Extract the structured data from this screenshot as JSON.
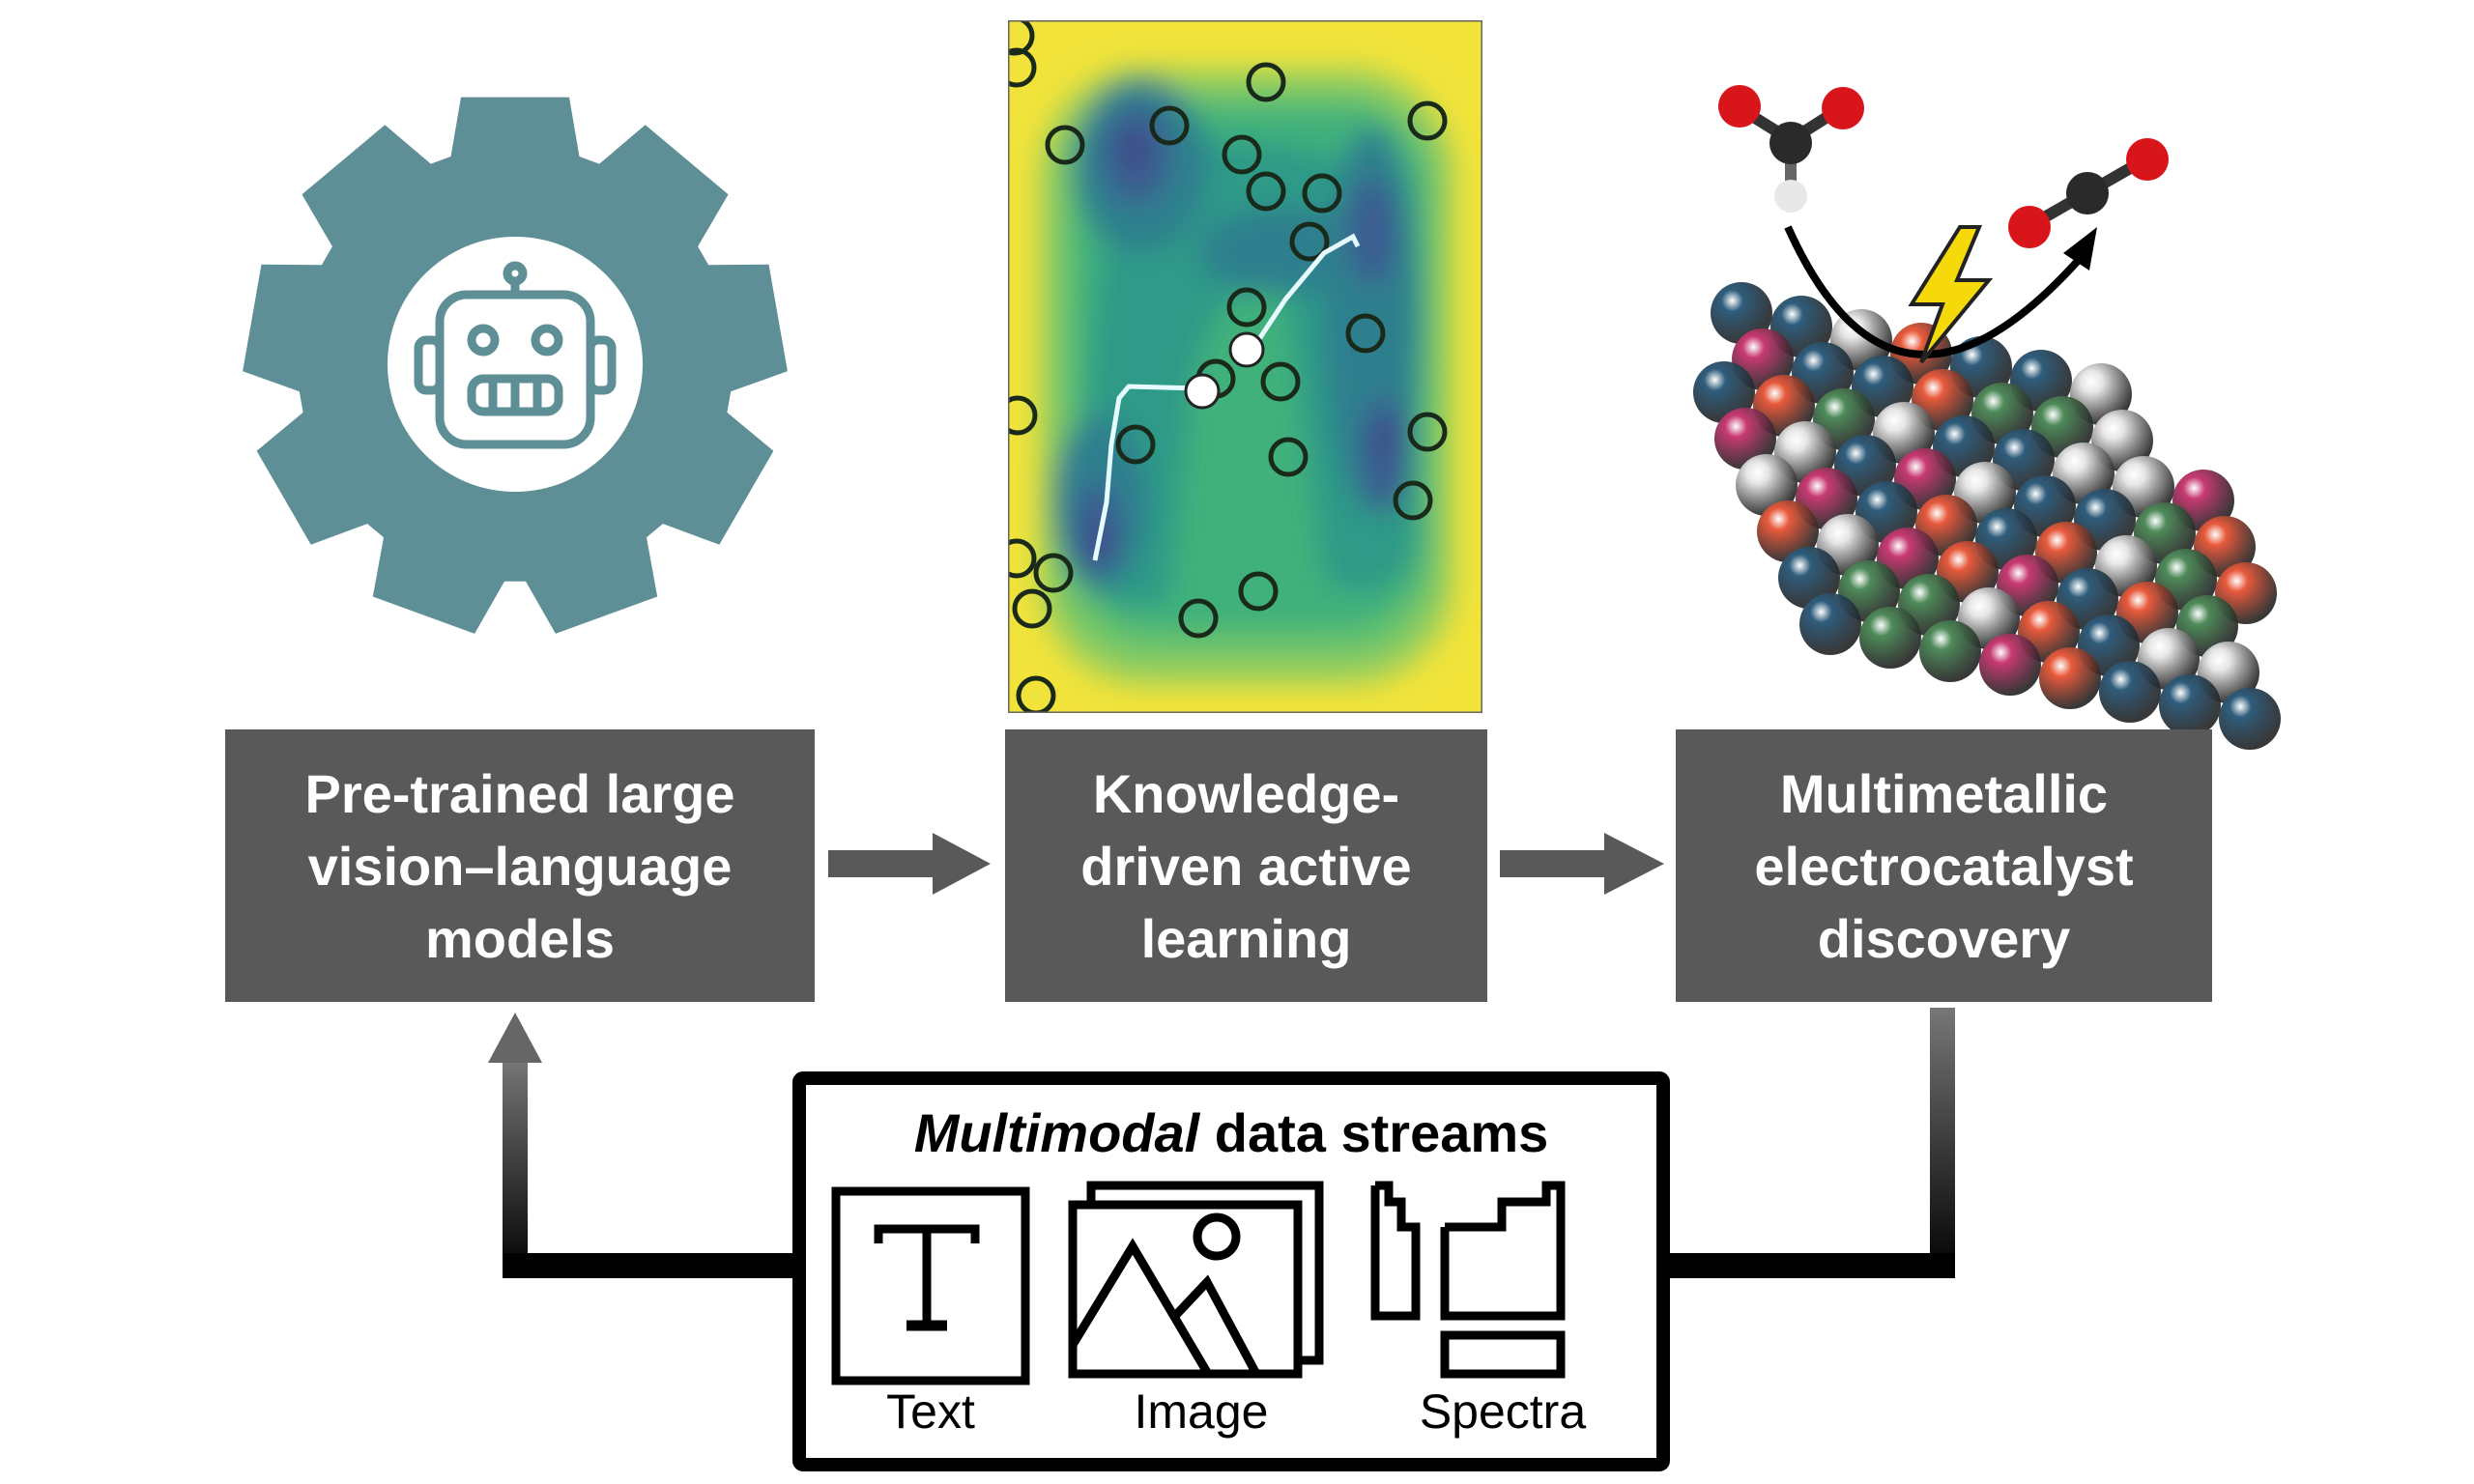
{
  "steps": [
    {
      "lines": [
        "Pre-trained large",
        "vision–language",
        "models"
      ]
    },
    {
      "lines": [
        "Knowledge-",
        "driven active",
        "learning"
      ]
    },
    {
      "lines": [
        "Multimetallic",
        "electrocatalyst",
        "discovery"
      ]
    }
  ],
  "data_streams": {
    "title_italic": "Multimodal",
    "title_rest": " data streams",
    "items": [
      {
        "label": "Text",
        "icon": "text-icon"
      },
      {
        "label": "Image",
        "icon": "image-icon"
      },
      {
        "label": "Spectra",
        "icon": "periodic-table-icon"
      }
    ]
  },
  "colors": {
    "box": "#595959",
    "gear": "#5f8f96",
    "bolt": "#f5d90a"
  }
}
